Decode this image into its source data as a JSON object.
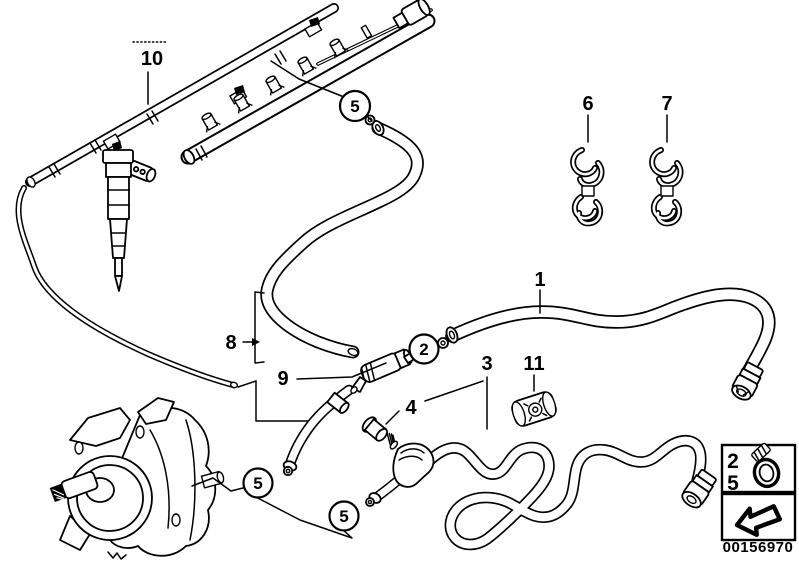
{
  "diagram": {
    "kind": "parts-diagram",
    "subject": "fuel-lines-and-high-pressure-pump",
    "background_color": "#ffffff",
    "line_color": "#000000",
    "image_number": "00156970",
    "callouts": {
      "1": "1",
      "2": "2",
      "3": "3",
      "4": "4",
      "5": "5",
      "6": "6",
      "7": "7",
      "8": "8",
      "9": "9",
      "10": "10",
      "11": "11"
    },
    "circled_callouts": [
      "2",
      "5"
    ],
    "legend": {
      "rows": [
        "2",
        "5"
      ],
      "icons": [
        "hose-clamp-icon",
        "direction-arrow-icon"
      ]
    }
  }
}
